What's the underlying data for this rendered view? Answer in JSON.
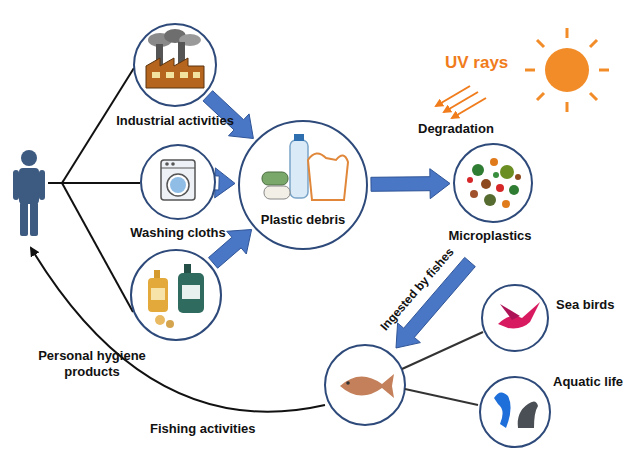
{
  "diagram": {
    "nodes": [
      {
        "text": [
          "Industrial activities"
        ]
      },
      {
        "text": [
          "Washing cloths"
        ]
      },
      {
        "text": [
          "Personal hygiene products"
        ]
      },
      {
        "text": [
          "Plastic debris"
        ]
      },
      {
        "text": [
          "Microplastics"
        ]
      },
      {
        "text": [
          "Sea birds"
        ]
      },
      {
        "text": [
          "Aquatic life"
        ]
      }
    ],
    "edges": [
      {
        "from": 0,
        "to": 3,
        "arrow": "to"
      },
      {
        "from": 1,
        "to": 3,
        "arrow": "to"
      },
      {
        "from": 2,
        "to": 3,
        "arrow": "to"
      },
      {
        "from": 3,
        "to": 4,
        "arrow": "to"
      }
    ],
    "labels": [
      "UV rays",
      "Degradation",
      "Ingested by fishes",
      "Fishing activities"
    ]
  }
}
